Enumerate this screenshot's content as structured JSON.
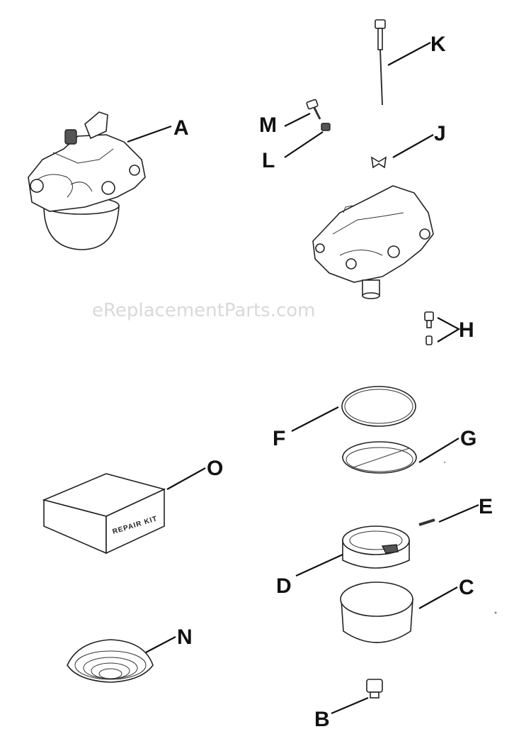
{
  "watermark": "eReplacementParts.com",
  "kit_text": "REPAIR KIT",
  "callouts": {
    "A": "A",
    "B": "B",
    "C": "C",
    "D": "D",
    "E": "E",
    "F": "F",
    "G": "G",
    "H": "H",
    "J": "J",
    "K": "K",
    "L": "L",
    "M": "M",
    "N": "N",
    "O": "O"
  }
}
